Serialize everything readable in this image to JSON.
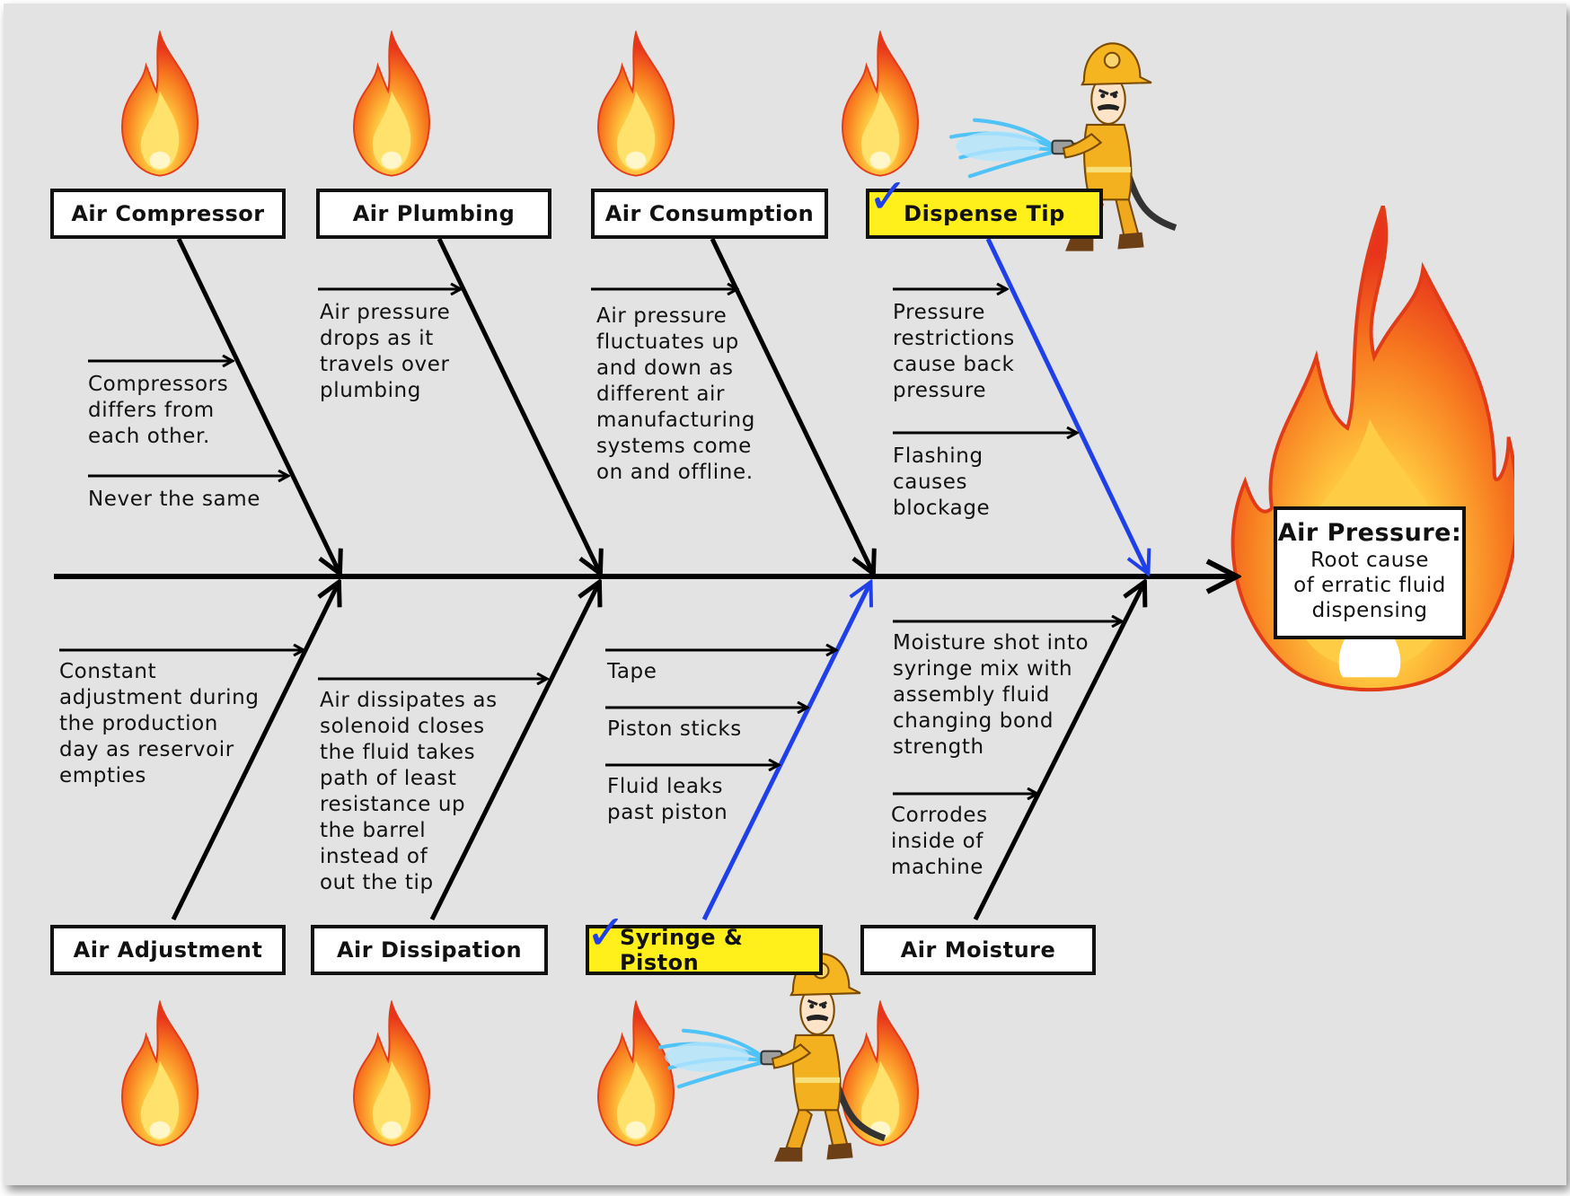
{
  "colors": {
    "background": "#e3e3e3",
    "spine": "#000000",
    "verified_bone": "#1f3fe8",
    "highlight": "#ffef1a",
    "flame_outer": "#f4511e",
    "flame_inner": "#ffd54f"
  },
  "effect": {
    "title": "Air Pressure:",
    "subtitle": "Root cause of erratic fluid dispensing"
  },
  "categories": {
    "air_compressor": "Air Compressor",
    "air_plumbing": "Air Plumbing",
    "air_consumption": "Air Consumption",
    "dispense_tip": "Dispense Tip",
    "air_adjustment": "Air Adjustment",
    "air_dissipation": "Air Dissipation",
    "syringe_piston": "Syringe & Piston",
    "air_moisture": "Air Moisture"
  },
  "check_mark": "✓",
  "causes": {
    "compressor_1": [
      "Compressors",
      "differs from",
      "each other."
    ],
    "compressor_2": [
      "Never the same"
    ],
    "plumbing_1": [
      "Air pressure",
      "drops as it",
      "travels over",
      "plumbing"
    ],
    "consumption_1": [
      "Air pressure",
      "fluctuates up",
      "and down as",
      "different air",
      "manufacturing",
      "systems come",
      "on and offline."
    ],
    "tip_1": [
      "Pressure",
      "restrictions",
      "cause back",
      "pressure"
    ],
    "tip_2": [
      "Flashing",
      "causes",
      "blockage"
    ],
    "adjustment_1": [
      "Constant",
      "adjustment during",
      "the production",
      "day as reservoir",
      "empties"
    ],
    "dissipation_1": [
      "Air dissipates as",
      "solenoid closes",
      "the fluid takes",
      "path of least",
      "resistance up",
      "the barrel",
      "instead of",
      "out the tip"
    ],
    "syringe_1": [
      "Tape"
    ],
    "syringe_2": [
      "Piston sticks"
    ],
    "syringe_3": [
      "Fluid leaks",
      "past piston"
    ],
    "moisture_1": [
      "Moisture shot into",
      "syringe mix with",
      "assembly fluid",
      "changing bond",
      "strength"
    ],
    "moisture_2": [
      "Corrodes",
      "inside of",
      "machine"
    ]
  },
  "icons": [
    "flame-icon",
    "firefighter-icon",
    "check-icon",
    "arrow-icon"
  ]
}
